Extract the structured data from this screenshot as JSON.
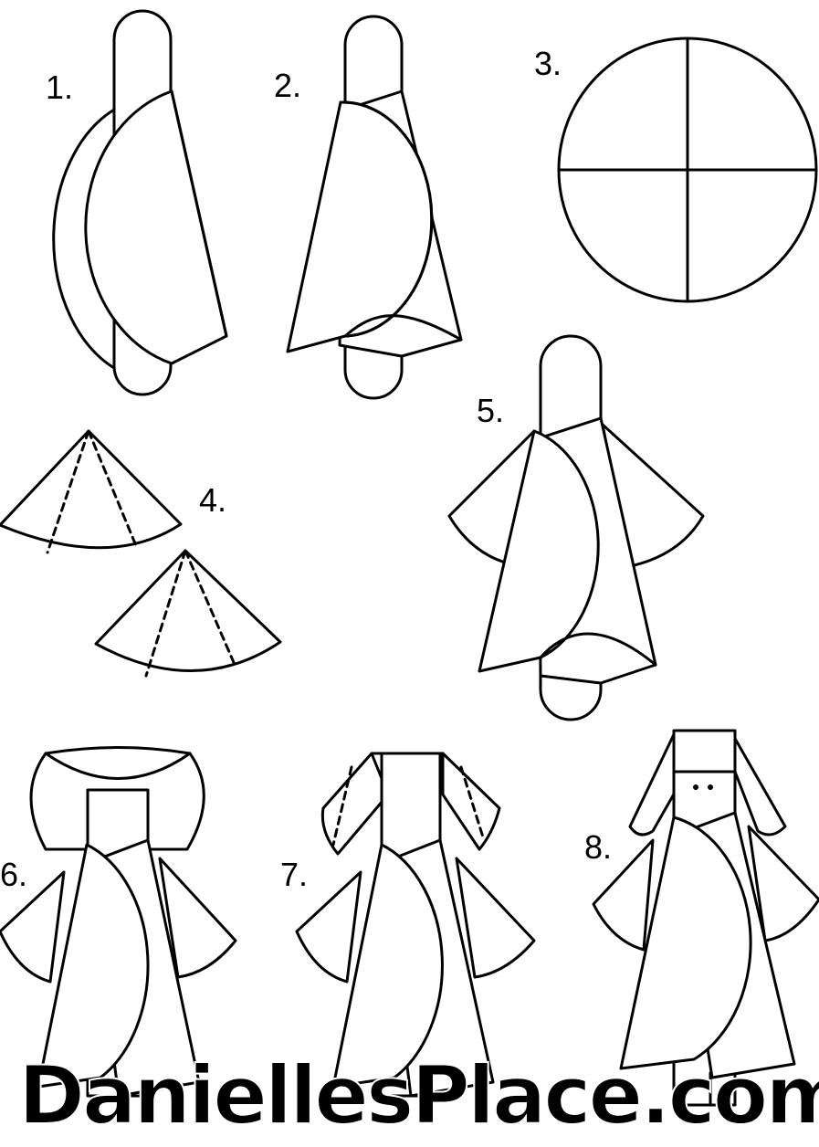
{
  "steps": [
    {
      "label": "1."
    },
    {
      "label": "2."
    },
    {
      "label": "3."
    },
    {
      "label": "4."
    },
    {
      "label": "5."
    },
    {
      "label": "6."
    },
    {
      "label": "7."
    },
    {
      "label": "8."
    }
  ],
  "watermark": "DaniellesPlace.com",
  "colors": {
    "line": "#000000",
    "fill": "#ffffff"
  }
}
